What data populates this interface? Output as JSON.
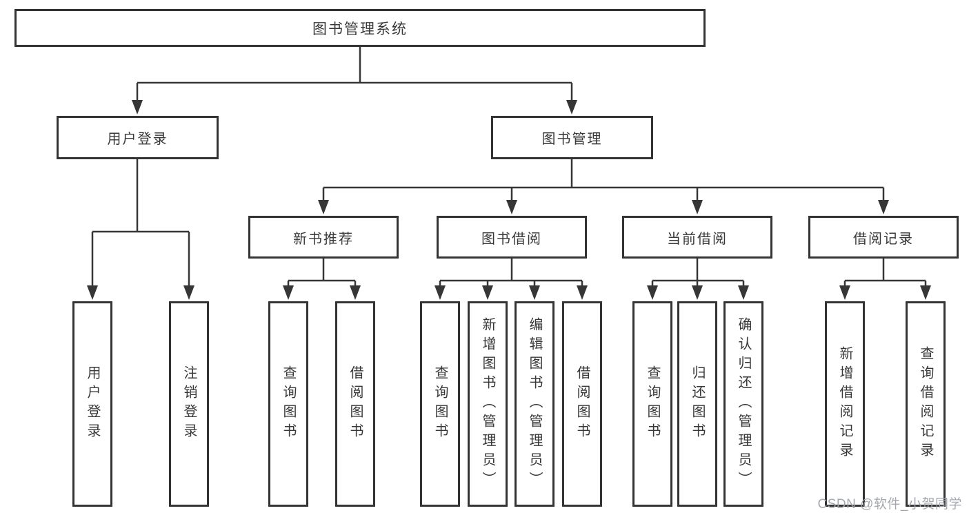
{
  "tree": {
    "root": {
      "label": "图书管理系统",
      "children": [
        {
          "label": "用户登录",
          "children": [
            {
              "label": "用户登录"
            },
            {
              "label": "注销登录"
            }
          ]
        },
        {
          "label": "图书管理",
          "children": [
            {
              "label": "新书推荐",
              "children": [
                {
                  "label": "查询图书"
                },
                {
                  "label": "借阅图书"
                }
              ]
            },
            {
              "label": "图书借阅",
              "children": [
                {
                  "label": "查询图书"
                },
                {
                  "label": "新增图书（管理员）"
                },
                {
                  "label": "编辑图书（管理员）"
                },
                {
                  "label": "借阅图书"
                }
              ]
            },
            {
              "label": "当前借阅",
              "children": [
                {
                  "label": "查询图书"
                },
                {
                  "label": "归还图书"
                },
                {
                  "label": "确认归还（管理员）"
                }
              ]
            },
            {
              "label": "借阅记录",
              "children": [
                {
                  "label": "新增借阅记录"
                },
                {
                  "label": "查询借阅记录"
                }
              ]
            }
          ]
        }
      ]
    }
  },
  "watermark": "CSDN @软件_小贺同学",
  "colors": {
    "line": "#363636",
    "border": "#333333",
    "text": "#383838",
    "watermark": "#a0a4aa"
  }
}
